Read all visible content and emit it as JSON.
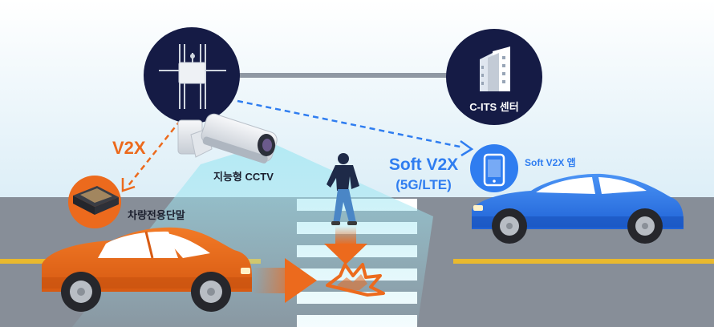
{
  "labels": {
    "c_its_center": "C-ITS 센터",
    "v2x": "V2X",
    "smart_cctv": "지능형 CCTV",
    "vehicle_terminal": "차량전용단말",
    "soft_v2x_app": "Soft V2X 앱",
    "soft_v2x_title": "Soft V2X",
    "soft_v2x_network": "(5G/LTE)"
  },
  "colors": {
    "navy": "#151b45",
    "orange": "#ec6a1d",
    "blue": "#2f7df0",
    "road": "#8d949d",
    "lane_yellow": "#e9b92e"
  }
}
